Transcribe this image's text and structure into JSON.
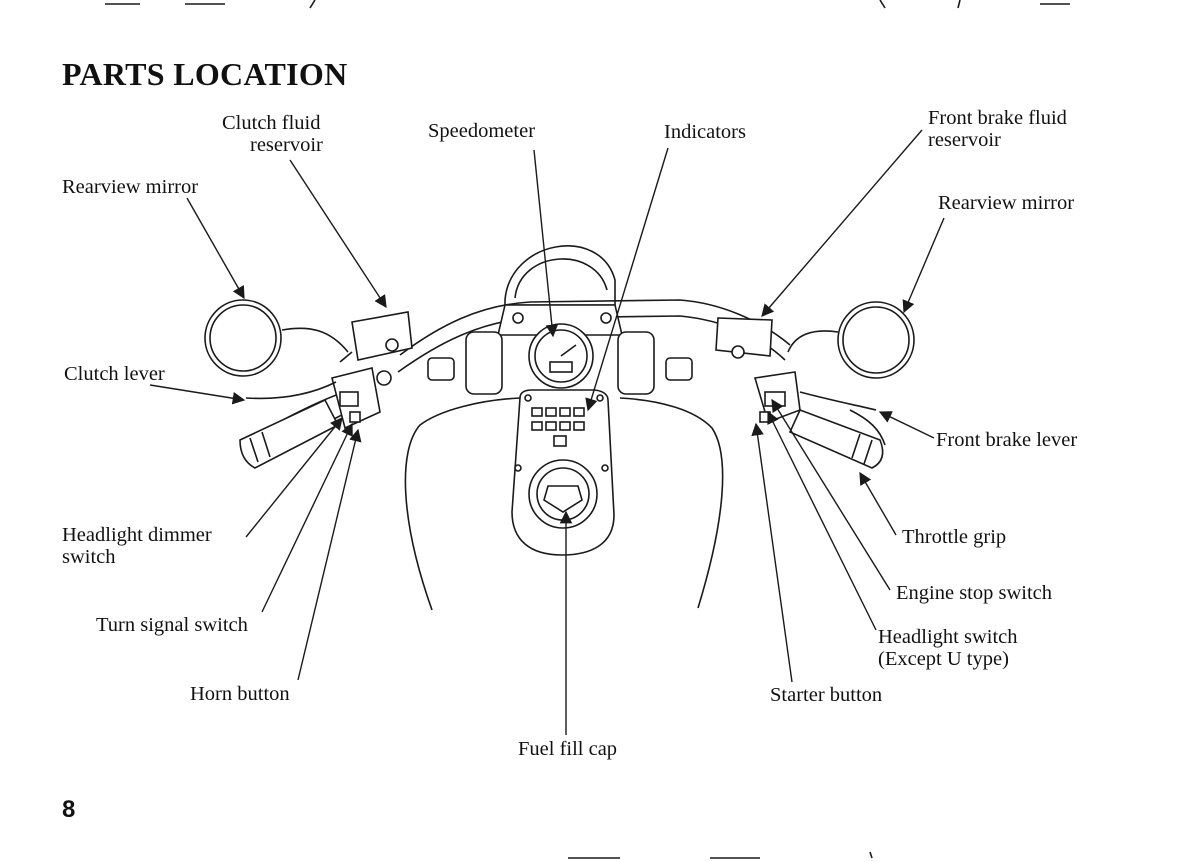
{
  "page": {
    "title": "PARTS LOCATION",
    "page_number": "8"
  },
  "labels": {
    "clutch_fluid_reservoir": [
      "Clutch fluid",
      "reservoir"
    ],
    "speedometer": "Speedometer",
    "indicators": "Indicators",
    "front_brake_fluid_reservoir": [
      "Front brake fluid",
      "reservoir"
    ],
    "rearview_mirror_left": "Rearview mirror",
    "rearview_mirror_right": "Rearview mirror",
    "clutch_lever": "Clutch lever",
    "front_brake_lever": "Front brake lever",
    "headlight_dimmer_switch": [
      "Headlight dimmer",
      "switch"
    ],
    "throttle_grip": "Throttle grip",
    "engine_stop_switch": "Engine stop switch",
    "turn_signal_switch": "Turn signal switch",
    "headlight_switch": [
      "Headlight switch",
      "(Except U type)"
    ],
    "horn_button": "Horn button",
    "starter_button": "Starter button",
    "fuel_fill_cap": "Fuel fill cap"
  }
}
